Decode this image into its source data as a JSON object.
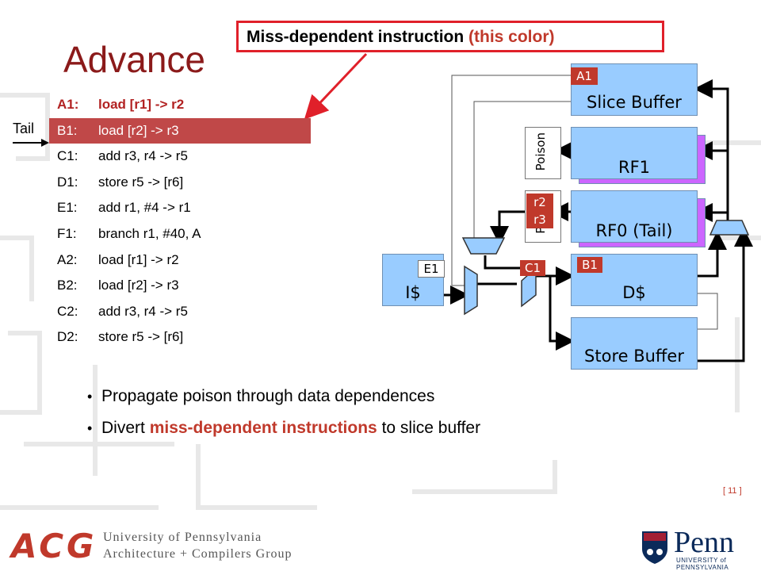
{
  "title": "Advance",
  "callout": {
    "main": "Miss-dependent instruction ",
    "paren": "(this color)"
  },
  "tail_label": "Tail",
  "code": [
    {
      "label": "A1:",
      "ins": "load [r1] -> r2"
    },
    {
      "label": "B1:",
      "ins": "load [r2] -> r3"
    },
    {
      "label": "C1:",
      "ins": "add r3, r4 -> r5"
    },
    {
      "label": "D1:",
      "ins": "store r5 -> [r6]"
    },
    {
      "label": "E1:",
      "ins": "add r1, #4 -> r1"
    },
    {
      "label": "F1:",
      "ins": "branch r1, #40, A"
    },
    {
      "label": "A2:",
      "ins": "load [r1] -> r2"
    },
    {
      "label": "B2:",
      "ins": "load [r2] -> r3"
    },
    {
      "label": "C2:",
      "ins": "add r3, r4 -> r5"
    },
    {
      "label": "D2:",
      "ins": "store r5 -> [r6]"
    }
  ],
  "diagram": {
    "slice_buffer": "Slice Buffer",
    "slice_tag": "A1",
    "rf1": "RF1",
    "rf0": "RF0 (Tail)",
    "icache": "I$",
    "dcache": "D$",
    "store_buffer": "Store Buffer",
    "poison_upper": "Poison",
    "poison_lower": "Po",
    "tag_r2": "r2",
    "tag_r3": "r3",
    "tag_e1": "E1",
    "tag_c1": "C1",
    "tag_b1": "B1"
  },
  "bullets": [
    {
      "text": "Propagate poison through data dependences"
    },
    {
      "pre": "Divert ",
      "emph": "miss-dependent instructions",
      "post": " to slice buffer"
    }
  ],
  "page_number": "[ 11 ]",
  "footer": {
    "logo": "ACG",
    "university": "University of Pennsylvania",
    "department": "Architecture + Compilers Group",
    "penn": "Penn",
    "penn_sub": "UNIVERSITY of PENNSYLVANIA"
  },
  "colors": {
    "accent": "#c0392b",
    "box": "#99ccff",
    "purple": "#cc66ff"
  }
}
